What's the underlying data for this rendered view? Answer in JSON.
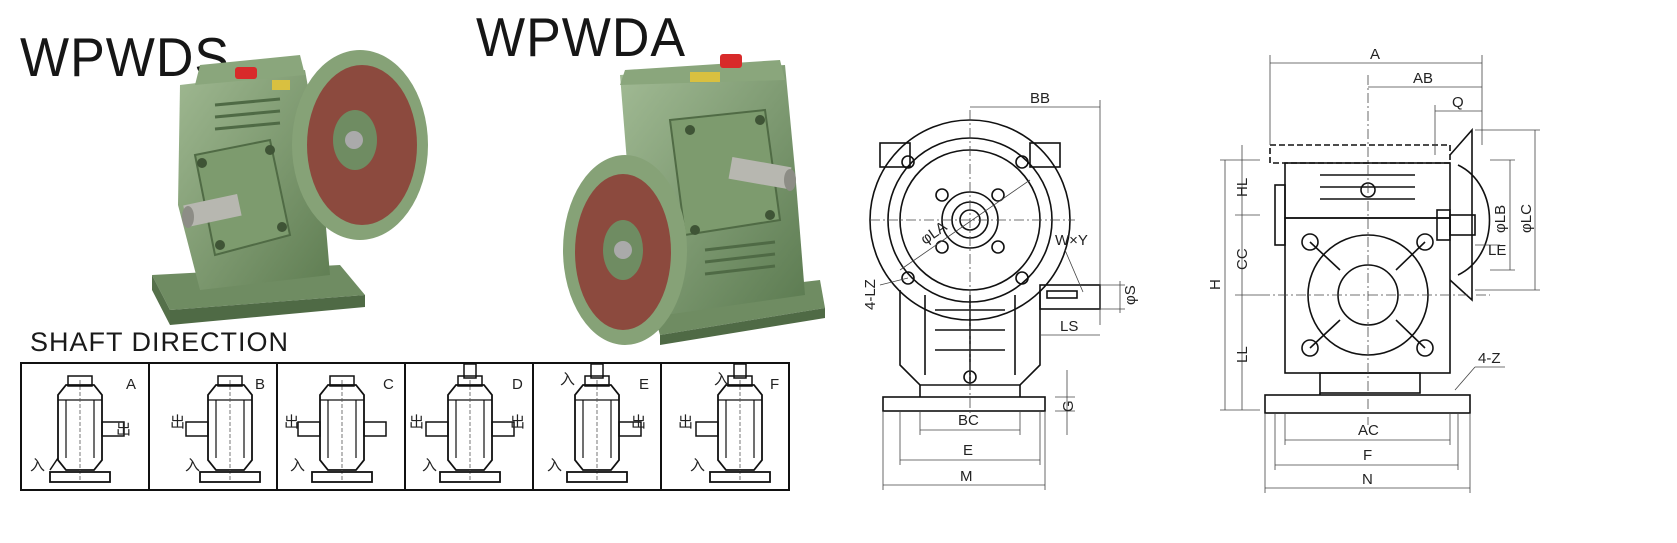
{
  "products": [
    {
      "title": "WPWDS"
    },
    {
      "title": "WPWDA"
    }
  ],
  "shaft_direction": {
    "title": "SHAFT DIRECTION",
    "in_label": "入",
    "out_label": "出",
    "cells": [
      {
        "letter": "A"
      },
      {
        "letter": "B"
      },
      {
        "letter": "C"
      },
      {
        "letter": "D"
      },
      {
        "letter": "E"
      },
      {
        "letter": "F"
      }
    ]
  },
  "front_view": {
    "labels": {
      "bb": "BB",
      "la": "φLA",
      "lz": "4-LZ",
      "wxy": "W×Y",
      "s": "φS",
      "ls": "LS",
      "g": "G",
      "bc": "BC",
      "e": "E",
      "m": "M"
    }
  },
  "side_view": {
    "labels": {
      "a": "A",
      "ab": "AB",
      "q": "Q",
      "hl": "HL",
      "h": "H",
      "cc": "CC",
      "ll": "LL",
      "lb": "φLB",
      "lc": "φLC",
      "le": "LE",
      "z": "4-Z",
      "ac": "AC",
      "f": "F",
      "n": "N"
    }
  },
  "colors": {
    "body_green": "#7c9a6c",
    "flange_red": "#8c4a3e",
    "cap_red": "#d82a2a"
  }
}
